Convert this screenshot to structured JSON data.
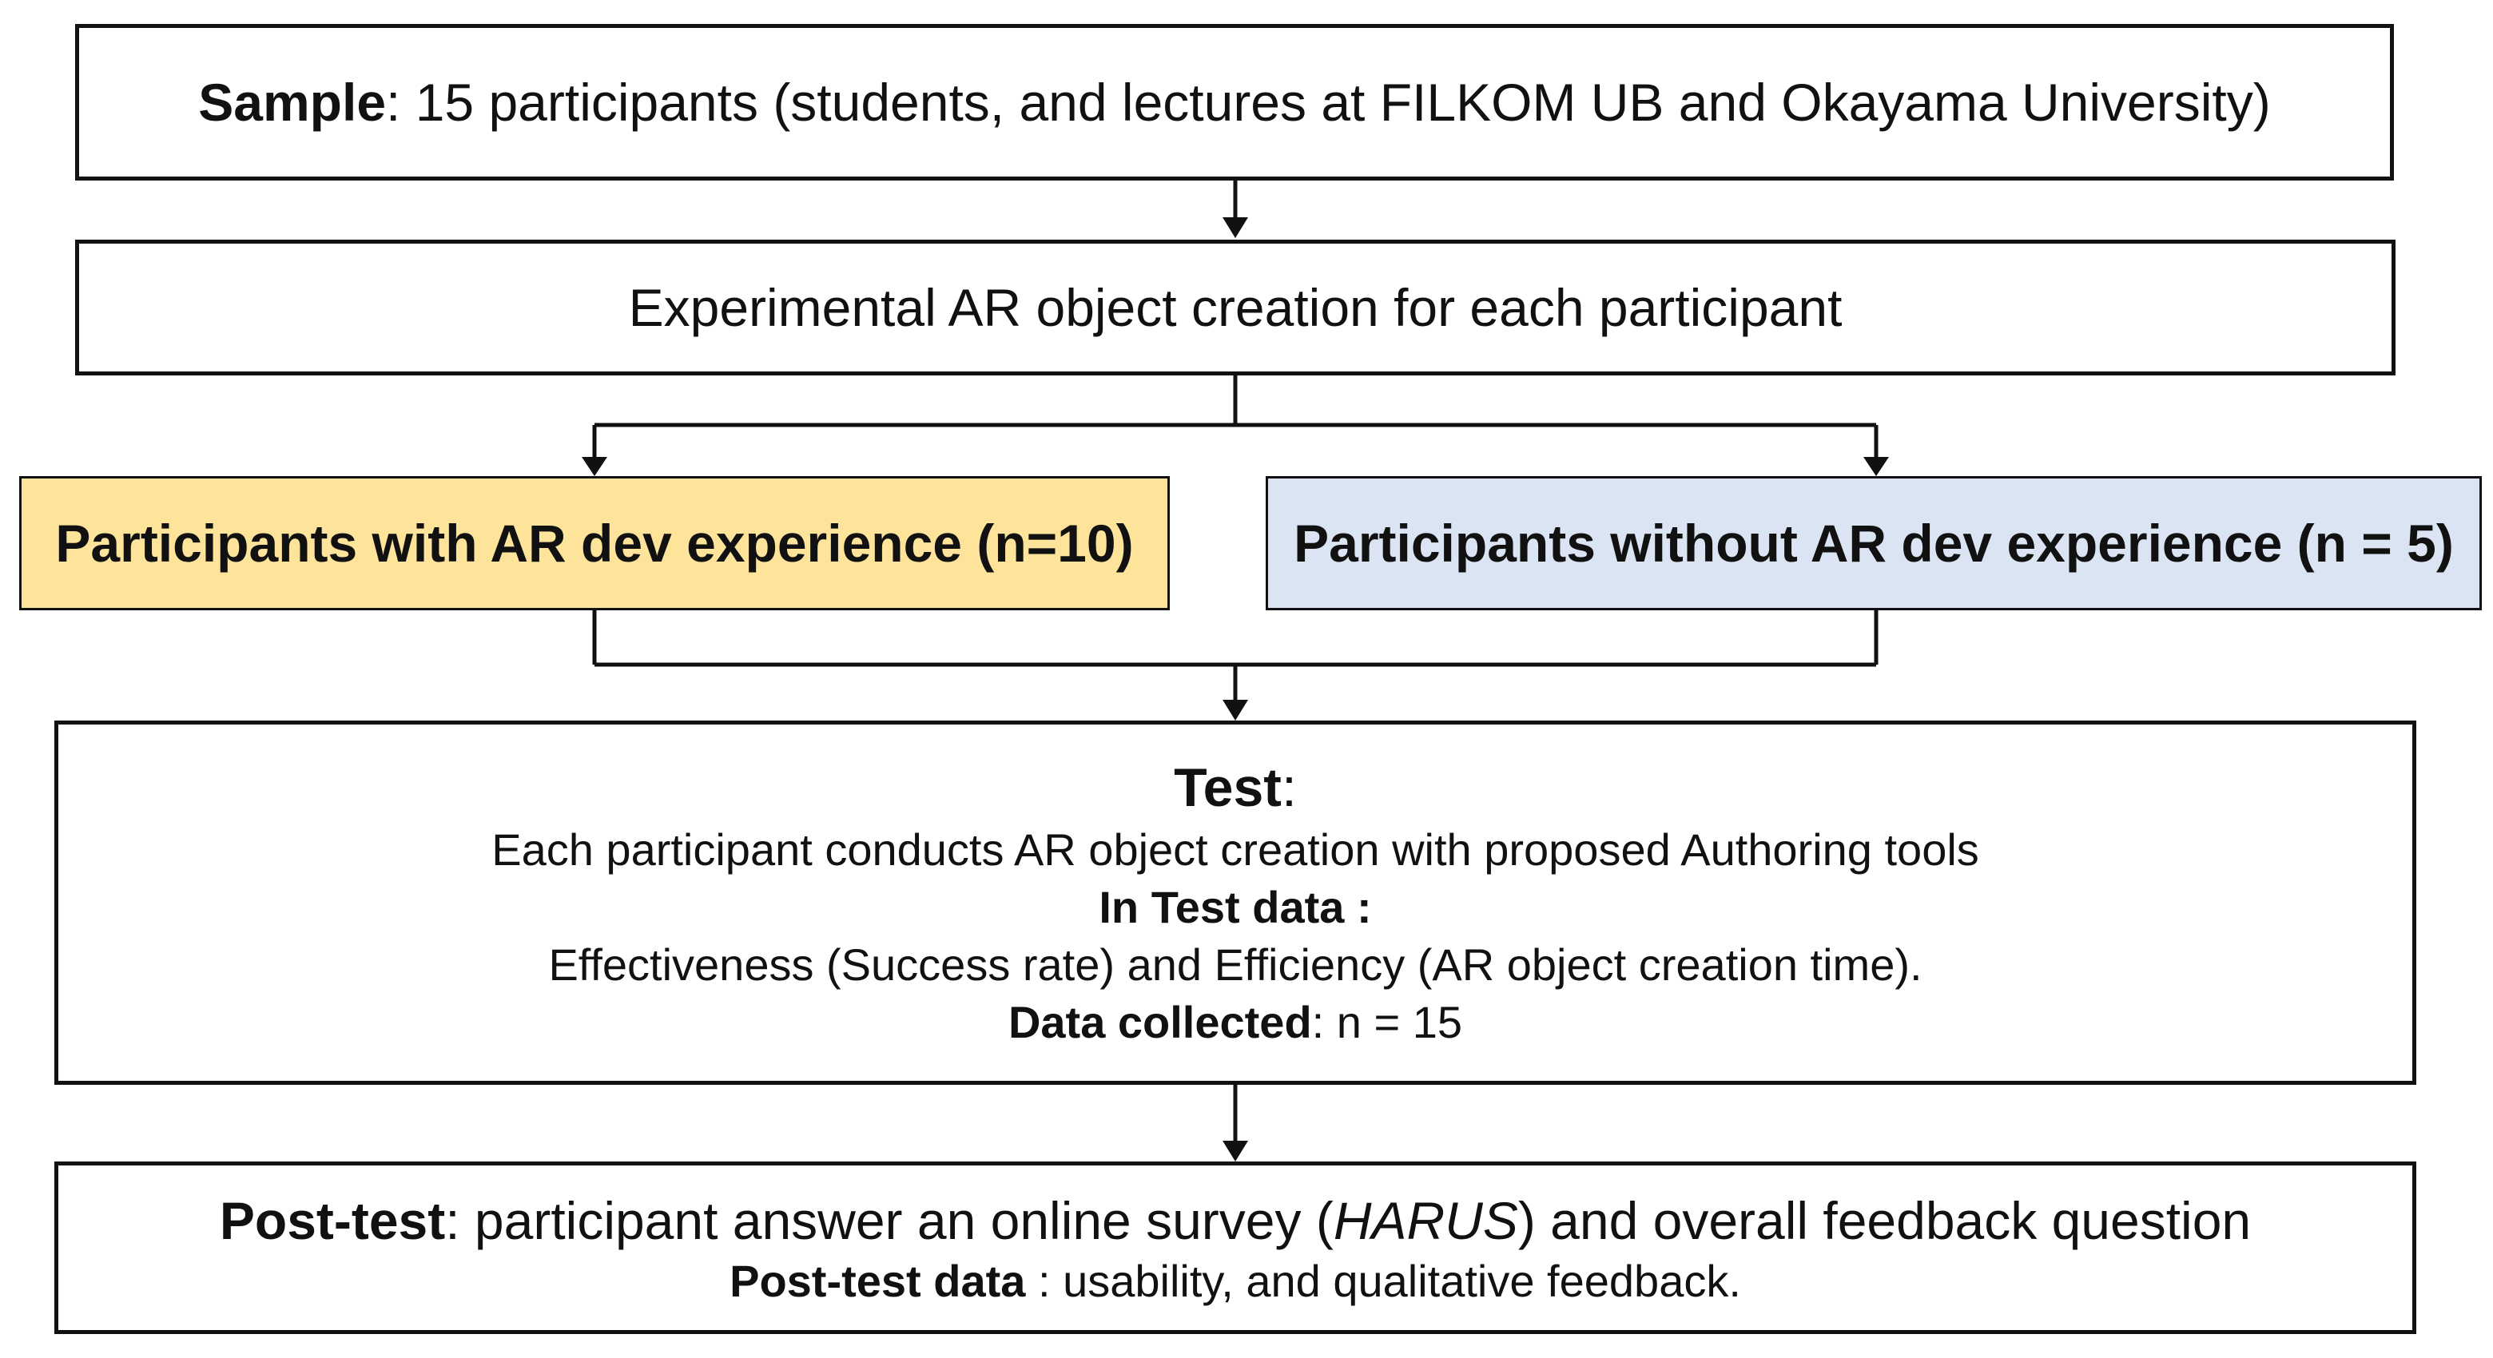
{
  "sample": {
    "label": "Sample",
    "text": ": 15 participants (students, and lectures at FILKOM UB and Okayama University)"
  },
  "creation": {
    "text": "Experimental AR object creation for each participant"
  },
  "groups": {
    "with_experience": {
      "text": "Participants with AR dev experience (n=10)",
      "color": "#fde49a"
    },
    "without_experience": {
      "text": "Participants without AR dev experience (n = 5)",
      "color": "#dbe4f3"
    }
  },
  "test": {
    "title": "Test",
    "title_suffix": ":",
    "description": "Each participant conducts AR object creation with proposed Authoring tools",
    "data_heading": "In Test data :",
    "data_metrics": "Effectiveness (Success rate) and Efficiency (AR object creation time).",
    "collected_label": "Data collected",
    "collected_value": ": n = 15"
  },
  "posttest": {
    "label": "Post-test",
    "text_before": ": participant answer an online survey (",
    "survey_name": "HARUS",
    "text_after": ") and overall feedback question",
    "data_label": "Post-test data",
    "data_value": " : usability, and qualitative feedback."
  }
}
